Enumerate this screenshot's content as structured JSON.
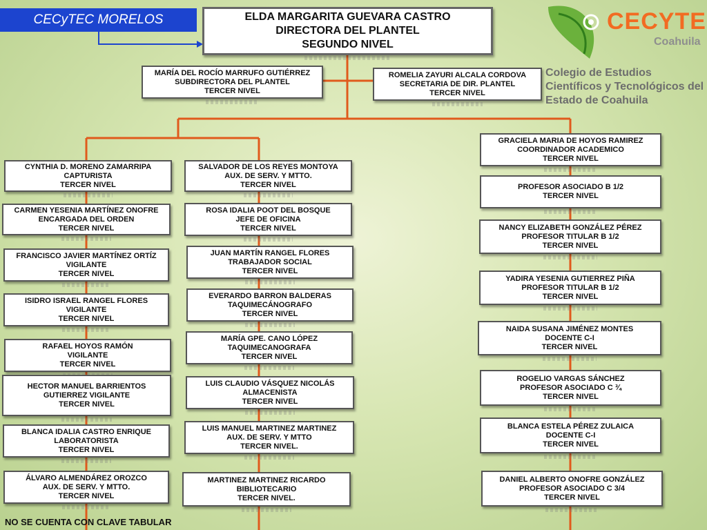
{
  "header": {
    "banner_title": "CECyTEC MORELOS",
    "footer_note": "NO SE CUENTA CON CLAVE TABULAR"
  },
  "logo": {
    "brand": "CECYTE",
    "state": "Coahuila",
    "school_name": "Colegio de Estudios Científicos y Tecnológicos del Estado de Coahuila"
  },
  "colors": {
    "banner": "#1c44cf",
    "connector": "#e05a1c",
    "brand": "#f26b22"
  },
  "director": {
    "name": "ELDA MARGARITA GUEVARA CASTRO",
    "role": "DIRECTORA DEL PLANTEL",
    "level": "SEGUNDO NIVEL"
  },
  "second_row": [
    {
      "name": "MARÍA DEL ROCÍO MARRUFO GUTIÉRREZ",
      "role": "SUBDIRECTORA  DEL PLANTEL",
      "level": "TERCER NIVEL"
    },
    {
      "name": "ROMELIA ZAYURI ALCALA CORDOVA",
      "role": "SECRETARIA DE DIR. PLANTEL",
      "level": "TERCER NIVEL"
    }
  ],
  "column_left": [
    {
      "name": "CYNTHIA D. MORENO ZAMARRIPA",
      "role": "CAPTURISTA",
      "level": "TERCER NIVEL"
    },
    {
      "name": "CARMEN YESENIA MARTÍNEZ ONOFRE",
      "role": "ENCARGADA DEL ORDEN",
      "level": "TERCER NIVEL"
    },
    {
      "name": "FRANCISCO JAVIER MARTÍNEZ ORTÍZ",
      "role": "VIGILANTE",
      "level": "TERCER NIVEL"
    },
    {
      "name": "ISIDRO ISRAEL RANGEL FLORES",
      "role": "VIGILANTE",
      "level": "TERCER NIVEL"
    },
    {
      "name": "RAFAEL HOYOS RAMÓN",
      "role": "VIGILANTE",
      "level": "TERCER NIVEL"
    },
    {
      "name": "HECTOR MANUEL BARRIENTOS",
      "role": "GUTIERREZ VIGILANTE",
      "level": "TERCER NIVEL"
    },
    {
      "name": "BLANCA IDALIA  CASTRO ENRIQUE",
      "role": "LABORATORISTA",
      "level": "TERCER NIVEL"
    },
    {
      "name": "ÁLVARO ALMENDÁREZ OROZCO",
      "role": "AUX. DE SERV. Y MTTO.",
      "level": "TERCER NIVEL"
    }
  ],
  "column_middle": [
    {
      "name": "SALVADOR DE LOS REYES MONTOYA",
      "role": "AUX. DE SERV. Y MTTO.",
      "level": "TERCER NIVEL"
    },
    {
      "name": "ROSA IDALIA POOT DEL BOSQUE",
      "role": "JEFE DE OFICINA",
      "level": "TERCER NIVEL"
    },
    {
      "name": "JUAN MARTÍN RANGEL FLORES",
      "role": "TRABAJADOR SOCIAL",
      "level": "TERCER NIVEL"
    },
    {
      "name": "EVERARDO BARRON BALDERAS",
      "role": "TAQUIMECÁNOGRAFO",
      "level": "TERCER NIVEL"
    },
    {
      "name": "MARÍA GPE. CANO LÓPEZ",
      "role": "TAQUIMECANOGRAFA",
      "level": "TERCER NIVEL"
    },
    {
      "name": "LUIS CLAUDIO VÁSQUEZ NICOLÁS",
      "role": "ALMACENISTA",
      "level": "TERCER NIVEL"
    },
    {
      "name": "LUIS MANUEL MARTINEZ MARTINEZ",
      "role": "AUX. DE SERV. Y MTTO",
      "level": "TERCER NIVEL."
    },
    {
      "name": "MARTINEZ MARTINEZ RICARDO",
      "role": "BIBLIOTECARIO",
      "level": "TERCER NIVEL."
    }
  ],
  "column_right": [
    {
      "name": "GRACIELA MARIA DE HOYOS RAMIREZ",
      "role": "COORDINADOR ACADEMICO",
      "level": "TERCER NIVEL"
    },
    {
      "name": "PROFESOR ASOCIADO B 1/2",
      "role": "TERCER NIVEL",
      "level": ""
    },
    {
      "name": "NANCY ELIZABETH GONZÁLEZ PÉREZ",
      "role": "PROFESOR TITULAR B 1/2",
      "level": "TERCER NIVEL"
    },
    {
      "name": "YADIRA YESENIA GUTIERREZ PIÑA",
      "role": "PROFESOR TITULAR B 1/2",
      "level": "TERCER NIVEL"
    },
    {
      "name": "NAIDA SUSANA JIMÉNEZ MONTES",
      "role": "DOCENTE C-I",
      "level": "TERCER NIVEL"
    },
    {
      "name": "ROGELIO VARGAS SÁNCHEZ",
      "role": "PROFESOR  ASOCIADO C ¾",
      "level": "TERCER NIVEL"
    },
    {
      "name": "BLANCA ESTELA PÉREZ ZULAICA",
      "role": "DOCENTE C-I",
      "level": "TERCER NIVEL"
    },
    {
      "name": "DANIEL ALBERTO ONOFRE GONZÁLEZ",
      "role": "PROFESOR ASOCIADO C 3/4",
      "level": "TERCER NIVEL"
    }
  ]
}
